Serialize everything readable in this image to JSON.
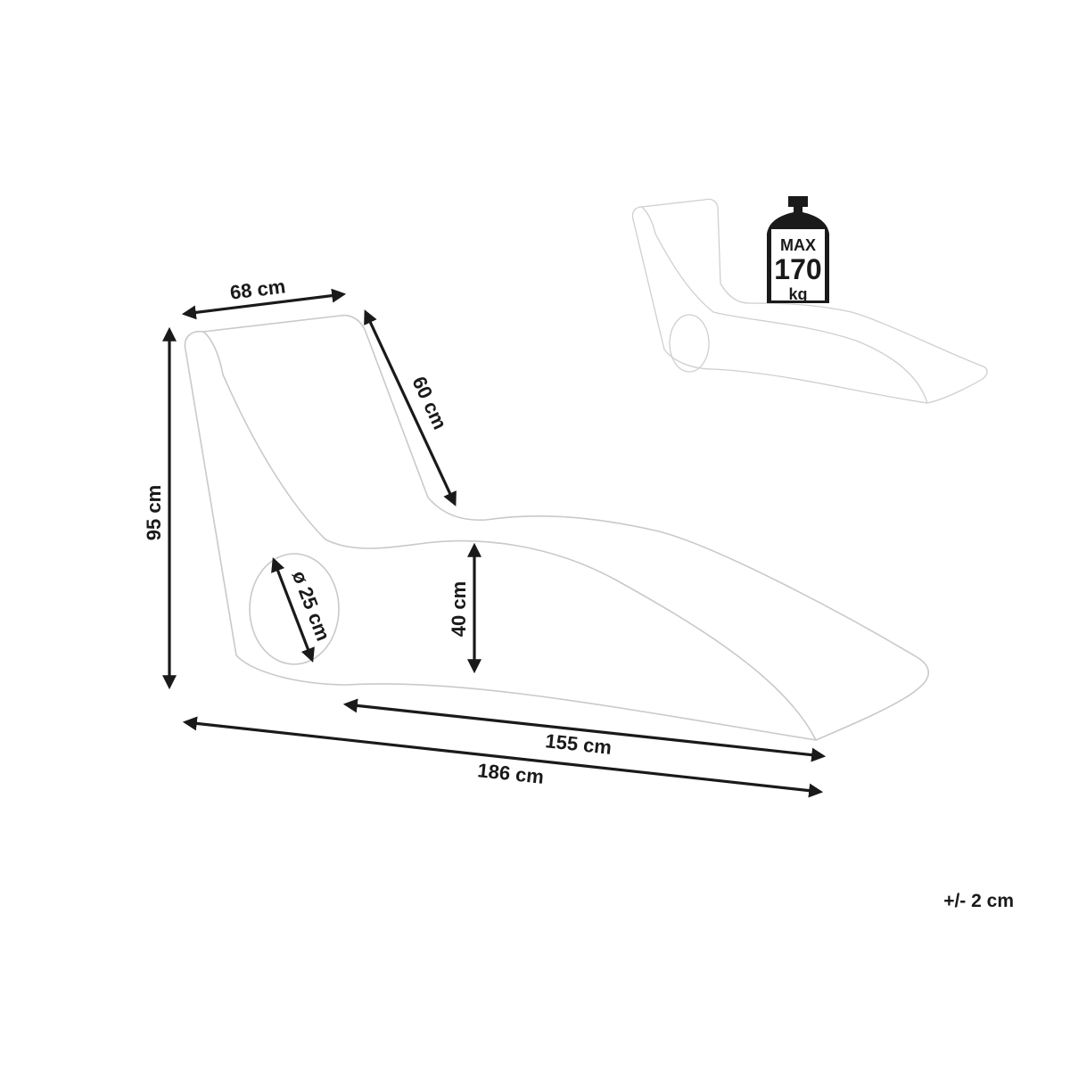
{
  "dimensions": {
    "top_width": "68 cm",
    "backrest_length": "60 cm",
    "overall_height": "95 cm",
    "hole_diameter": "ø 25 cm",
    "seat_height": "40 cm",
    "base_length": "155 cm",
    "overall_length": "186 cm"
  },
  "weight_badge": {
    "line1": "MAX",
    "line2": "170",
    "line3": "kg"
  },
  "tolerance": "+/- 2 cm"
}
